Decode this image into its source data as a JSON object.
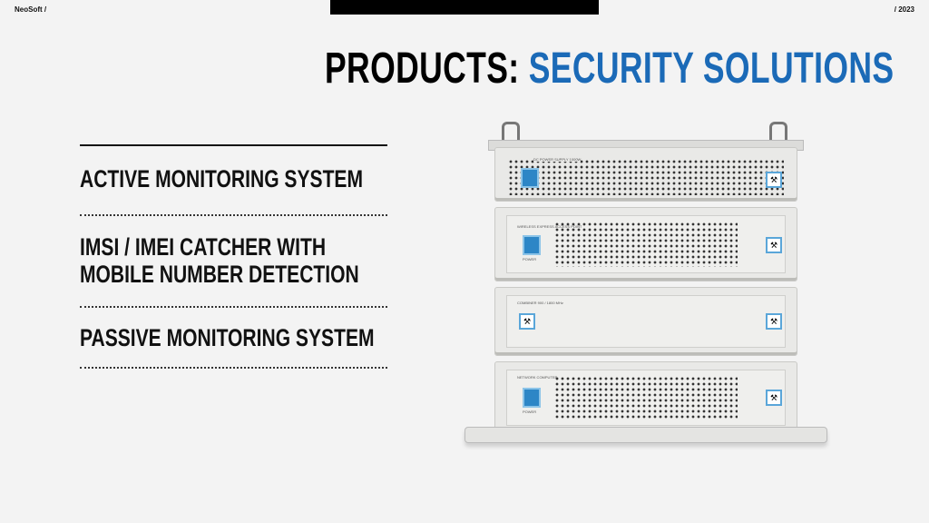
{
  "header": {
    "left": "NeoSoft /",
    "right": "/ 2023"
  },
  "title": {
    "part1": "PRODUCTS:",
    "part2": "SECURITY SOLUTIONS",
    "accent_color": "#1b6ab7"
  },
  "products": [
    {
      "lines": [
        "ACTIVE MONITORING SYSTEM"
      ]
    },
    {
      "lines": [
        "IMSI / IMEI CATCHER WITH",
        "MOBILE NUMBER DETECTION"
      ]
    },
    {
      "lines": [
        "PASSIVE MONITORING SYSTEM"
      ]
    }
  ],
  "device_labels": {
    "unit1": "DC POWER SUPPLY 1000W",
    "unit2": "WIRELESS EXPRESS ACCESS POINT",
    "unit3": "COMBINER 900 / 1800 MHz",
    "unit4": "NETWORK COMPUTER",
    "power": "POWER"
  }
}
